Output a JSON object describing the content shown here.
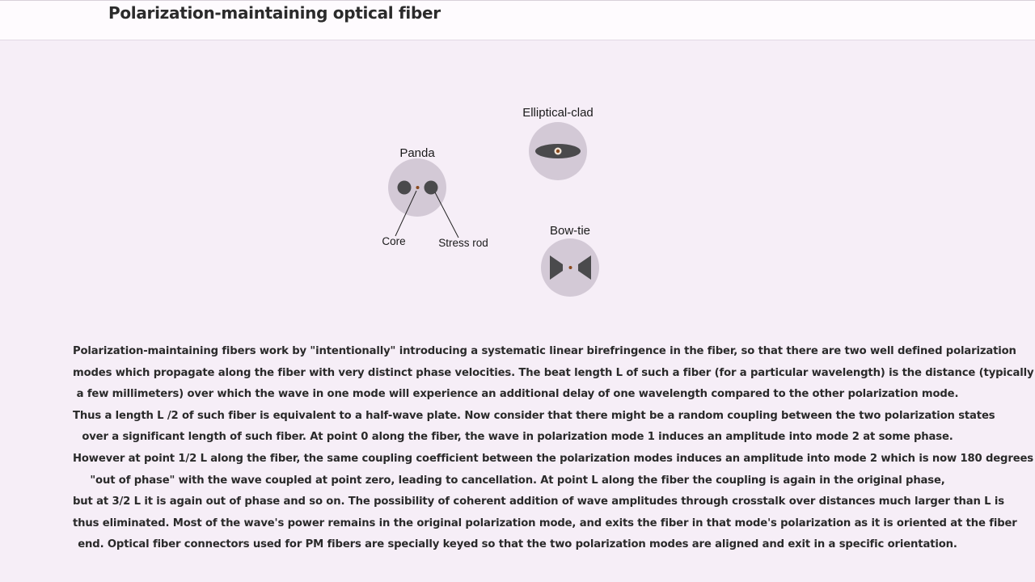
{
  "page": {
    "title": "Polarization-maintaining optical fiber"
  },
  "diagram": {
    "fibers": [
      {
        "id": "panda",
        "label": "Panda"
      },
      {
        "id": "elliptical-clad",
        "label": "Elliptical-clad"
      },
      {
        "id": "bow-tie",
        "label": "Bow-tie"
      }
    ],
    "callouts": {
      "core": "Core",
      "stress_rod": "Stress rod"
    },
    "colors": {
      "cladding": "#d3c9d6",
      "stress_element": "#4a4a4c",
      "core": "#8b4a1e"
    }
  },
  "description": {
    "lines": [
      "Polarization-maintaining fibers work by \"intentionally\" introducing a systematic linear birefringence in the fiber, so that there are two well defined polarization",
      "modes which propagate along the fiber with very distinct phase velocities. The beat length L of such a fiber (for a particular wavelength) is the distance (typically",
      "a few millimeters) over which the wave in one mode will experience an additional delay of one wavelength compared to the other polarization mode.",
      "Thus a length L /2 of such fiber is equivalent to a half-wave plate. Now consider that there might be a random coupling between the two polarization states",
      "over a significant length of such fiber. At point 0 along the fiber, the wave in polarization mode 1 induces an amplitude into mode 2 at some phase.",
      "However at point 1/2 L along the fiber, the same coupling coefficient between the polarization modes induces an amplitude into mode 2 which is now 180 degrees",
      "\"out of phase\" with the wave coupled at point zero, leading to cancellation. At point L along the fiber the coupling is again in the original phase,",
      "but at 3/2 L it is again out of phase and so on. The possibility of coherent addition of wave amplitudes through crosstalk over distances much larger than L is",
      "thus eliminated. Most of the wave's power remains in the original polarization mode, and exits the fiber in that mode's polarization as it is oriented at the fiber",
      "end. Optical fiber connectors used for PM fibers are specially keyed so that the two polarization modes are aligned and exit in a specific orientation."
    ]
  }
}
